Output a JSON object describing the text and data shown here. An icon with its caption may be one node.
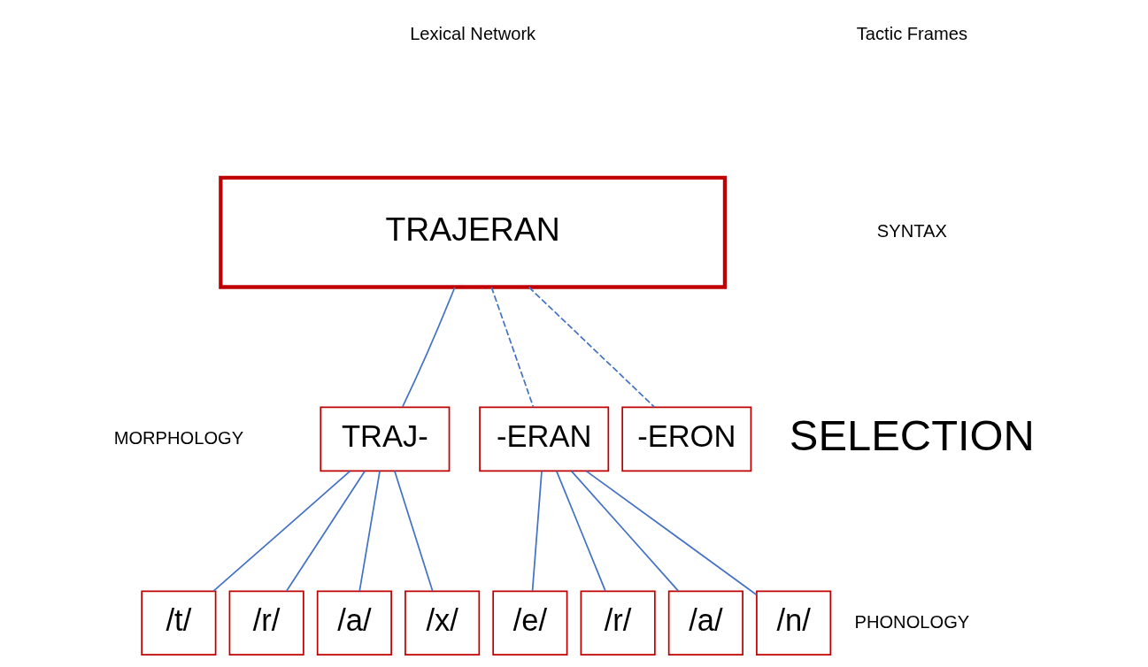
{
  "diagram": {
    "nodes": [
      {
        "text": [
          "TRAJERAN"
        ]
      },
      {
        "text": [
          "TRAJ-"
        ]
      },
      {
        "text": [
          "-ERAN"
        ]
      },
      {
        "text": [
          "-ERON"
        ]
      },
      {
        "text": [
          "/t/"
        ]
      },
      {
        "text": [
          "/r/"
        ]
      },
      {
        "text": [
          "/a/"
        ]
      },
      {
        "text": [
          "/x/"
        ]
      },
      {
        "text": [
          "/e/"
        ]
      },
      {
        "text": [
          "/r/"
        ]
      },
      {
        "text": [
          "/a/"
        ]
      },
      {
        "text": [
          "/n/"
        ]
      }
    ],
    "edges": [
      {
        "from": 0,
        "to": 1,
        "arrow": "none"
      },
      {
        "from": 0,
        "to": 2,
        "arrow": "none",
        "style": "dashed"
      },
      {
        "from": 0,
        "to": 3,
        "arrow": "none",
        "style": "dashed"
      },
      {
        "from": 1,
        "to": 4,
        "arrow": "none"
      },
      {
        "from": 1,
        "to": 5,
        "arrow": "none"
      },
      {
        "from": 1,
        "to": 6,
        "arrow": "none"
      },
      {
        "from": 1,
        "to": 7,
        "arrow": "none"
      },
      {
        "from": 2,
        "to": 8,
        "arrow": "none"
      },
      {
        "from": 2,
        "to": 9,
        "arrow": "none"
      },
      {
        "from": 2,
        "to": 10,
        "arrow": "none"
      },
      {
        "from": 2,
        "to": 11,
        "arrow": "none"
      }
    ],
    "labels": [
      "Tactic Frames",
      "Lexical Network",
      "SYNTAX",
      "SELECTION",
      "MORPHOLOGY",
      "PHONOLOGY"
    ]
  }
}
